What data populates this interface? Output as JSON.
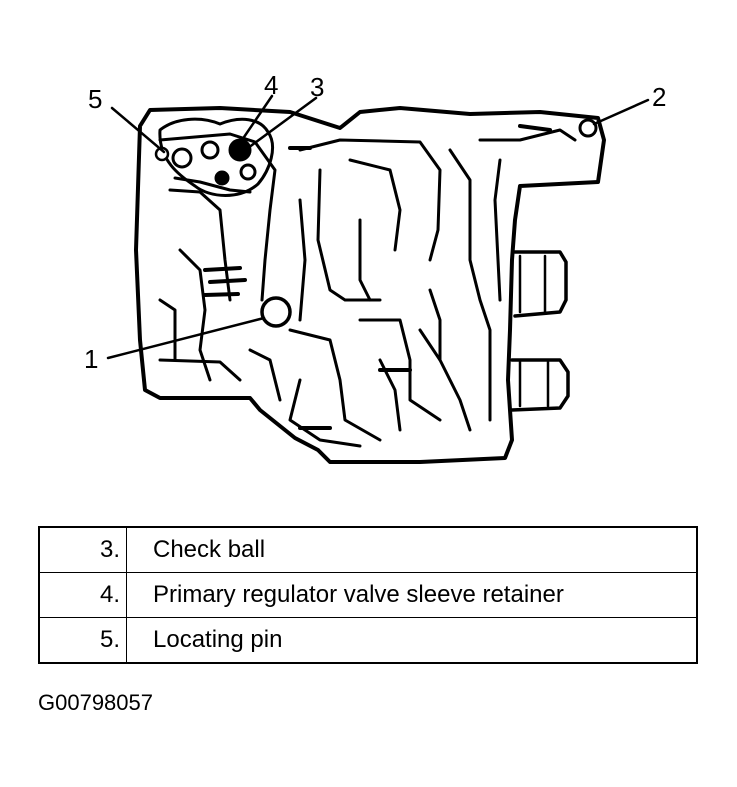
{
  "callouts": [
    "1",
    "2",
    "3",
    "4",
    "5"
  ],
  "legend": [
    {
      "num": "3.",
      "text": "Check ball"
    },
    {
      "num": "4.",
      "text": "Primary regulator valve sleeve retainer"
    },
    {
      "num": "5.",
      "text": "Locating pin"
    }
  ],
  "figure_id": "G00798057"
}
